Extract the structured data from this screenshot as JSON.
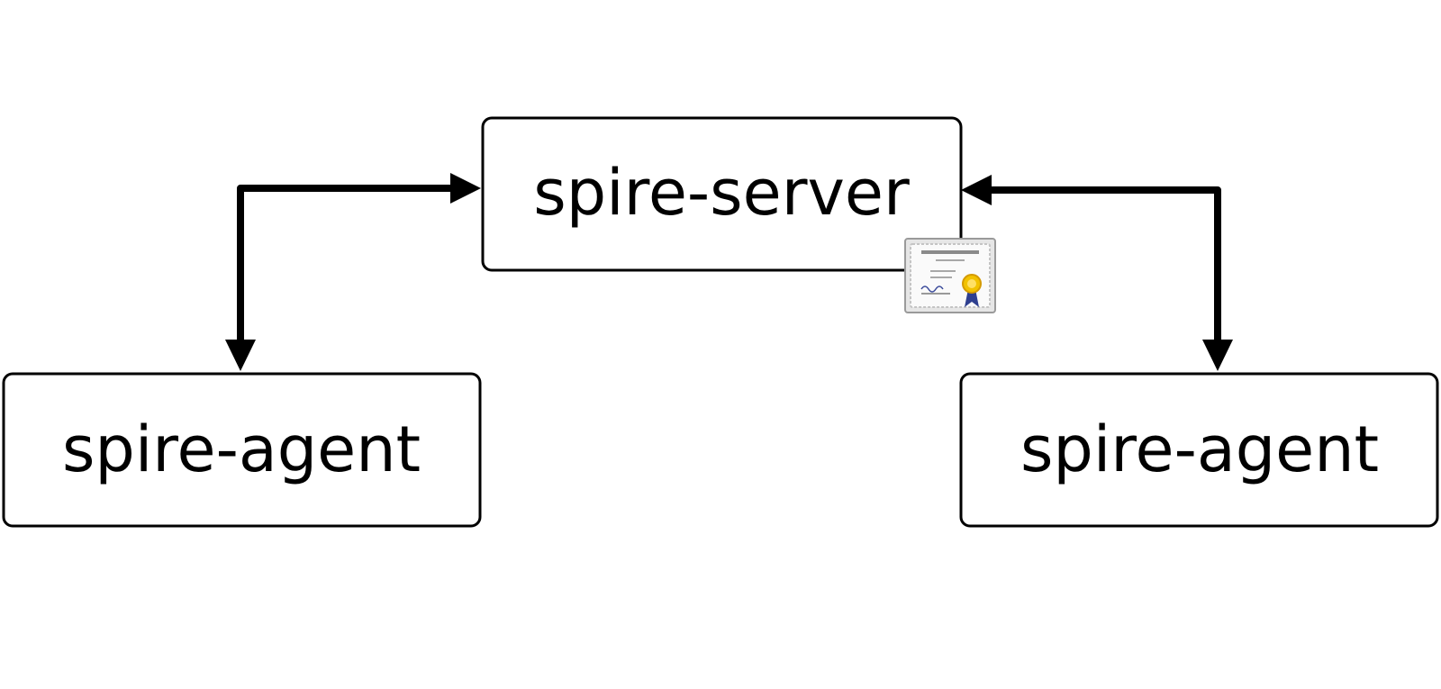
{
  "nodes": {
    "server": {
      "label": "spire-server"
    },
    "agent_left": {
      "label": "spire-agent"
    },
    "agent_right": {
      "label": "spire-agent"
    }
  },
  "icons": {
    "certificate": "certificate-icon"
  },
  "colors": {
    "stroke": "#000000",
    "background": "#ffffff",
    "certificate_frame": "#b8b8b8",
    "certificate_seal": "#f2c200",
    "certificate_ribbon": "#2e3f8f"
  }
}
